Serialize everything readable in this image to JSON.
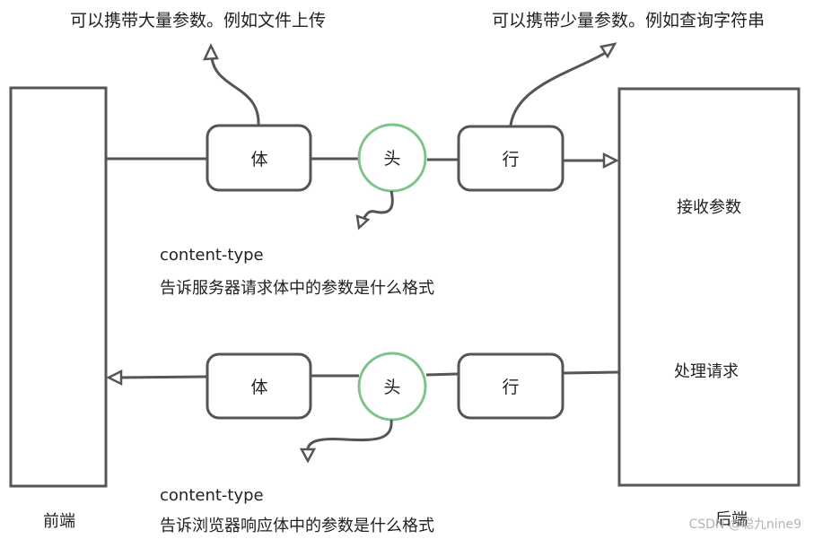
{
  "top_left_note": "可以携带大量参数。例如文件上传",
  "top_right_note": "可以携带少量参数。例如查询字符串",
  "request": {
    "body": "体",
    "head": "头",
    "line": "行"
  },
  "response": {
    "body": "体",
    "head": "头",
    "line": "行"
  },
  "request_header": {
    "name": "content-type",
    "desc": "告诉服务器请求体中的参数是什么格式"
  },
  "response_header": {
    "name": "content-type",
    "desc": "告诉浏览器响应体中的参数是什么格式"
  },
  "backend": {
    "receive": "接收参数",
    "process": "处理请求",
    "label": "后端"
  },
  "frontend": {
    "label": "前端"
  },
  "watermark": "CSDN @聪九nine9",
  "colors": {
    "stroke": "#555555",
    "head_circle": "#7cc48a"
  }
}
